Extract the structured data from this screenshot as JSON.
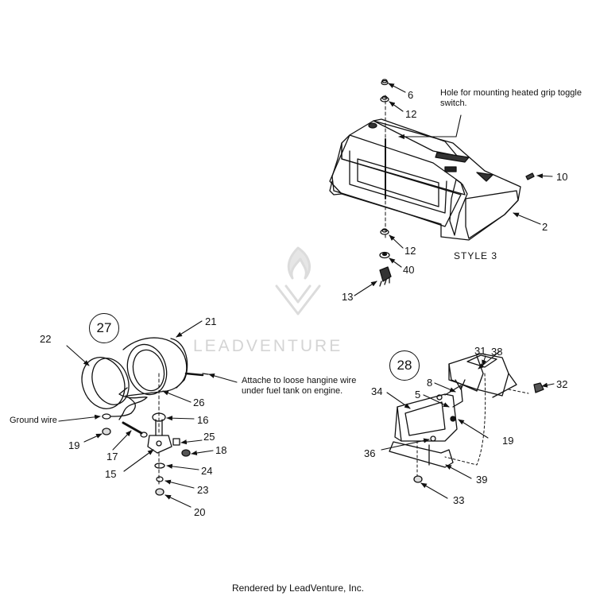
{
  "callouts": [
    {
      "id": "c6",
      "text": "6"
    },
    {
      "id": "c12a",
      "text": "12"
    },
    {
      "id": "c10",
      "text": "10"
    },
    {
      "id": "c2",
      "text": "2"
    },
    {
      "id": "c12b",
      "text": "12"
    },
    {
      "id": "c40",
      "text": "40"
    },
    {
      "id": "c13",
      "text": "13"
    },
    {
      "id": "c22",
      "text": "22"
    },
    {
      "id": "c21",
      "text": "21"
    },
    {
      "id": "c26",
      "text": "26"
    },
    {
      "id": "c16",
      "text": "16"
    },
    {
      "id": "c19a",
      "text": "19"
    },
    {
      "id": "c17",
      "text": "17"
    },
    {
      "id": "c25",
      "text": "25"
    },
    {
      "id": "c18",
      "text": "18"
    },
    {
      "id": "c15",
      "text": "15"
    },
    {
      "id": "c24",
      "text": "24"
    },
    {
      "id": "c23",
      "text": "23"
    },
    {
      "id": "c20",
      "text": "20"
    },
    {
      "id": "c31",
      "text": "31"
    },
    {
      "id": "c38",
      "text": "38"
    },
    {
      "id": "c32",
      "text": "32"
    },
    {
      "id": "c8",
      "text": "8"
    },
    {
      "id": "c34",
      "text": "34"
    },
    {
      "id": "c5",
      "text": "5"
    },
    {
      "id": "c19b",
      "text": "19"
    },
    {
      "id": "c36",
      "text": "36"
    },
    {
      "id": "c39",
      "text": "39"
    },
    {
      "id": "c33",
      "text": "33"
    }
  ],
  "circled": {
    "c27": "27",
    "c28": "28"
  },
  "notes": {
    "hole": "Hole for mounting heated grip toggle switch.",
    "wire": "Attache to loose hangine wire under fuel tank on engine.",
    "ground": "Ground wire",
    "style": "STYLE 3"
  },
  "watermark": "LEADVENTURE",
  "footer": "Rendered by LeadVenture, Inc."
}
